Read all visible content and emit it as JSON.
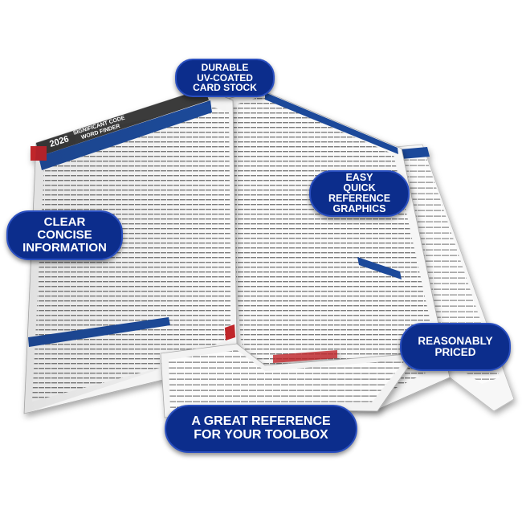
{
  "product": {
    "year": "2026",
    "title_line1": "SIGNIFICANT CODE",
    "title_line2": "WORD FINDER"
  },
  "callouts": {
    "durable": [
      "DURABLE",
      "UV-COATED",
      "CARD STOCK"
    ],
    "clear": [
      "CLEAR",
      "CONCISE",
      "INFORMATION"
    ],
    "easy": [
      "EASY",
      "QUICK",
      "REFERENCE",
      "GRAPHICS"
    ],
    "reasonably": [
      "REASONABLY",
      "PRICED"
    ],
    "great": [
      "A GREAT REFERENCE",
      "FOR YOUR TOOLBOX"
    ]
  },
  "colors": {
    "callout_bg": "#0c2d8c",
    "header_blue": "#1f4a9a",
    "accent_red": "#c0262c"
  }
}
